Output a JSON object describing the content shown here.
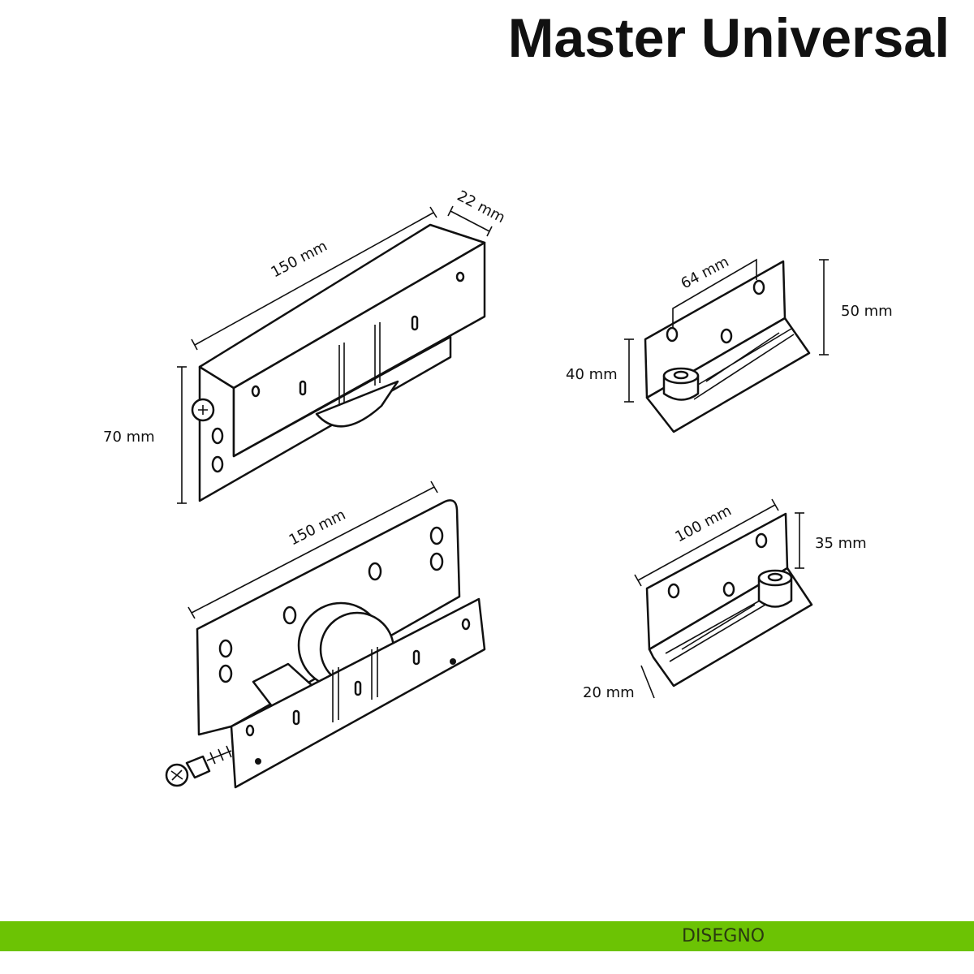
{
  "header": {
    "title": "Master Universal"
  },
  "footer": {
    "label": "DISEGNO",
    "color": "#6cc304"
  },
  "dimensions": {
    "top_box_length": "150 mm",
    "top_box_depth": "22 mm",
    "top_box_height": "70 mm",
    "bottom_carriage_length": "150 mm",
    "small_guide_hole_spacing": "64 mm",
    "small_guide_height": "50 mm",
    "small_guide_plate_height": "40 mm",
    "large_guide_length": "100 mm",
    "large_guide_height": "35 mm",
    "large_guide_depth": "20 mm"
  }
}
